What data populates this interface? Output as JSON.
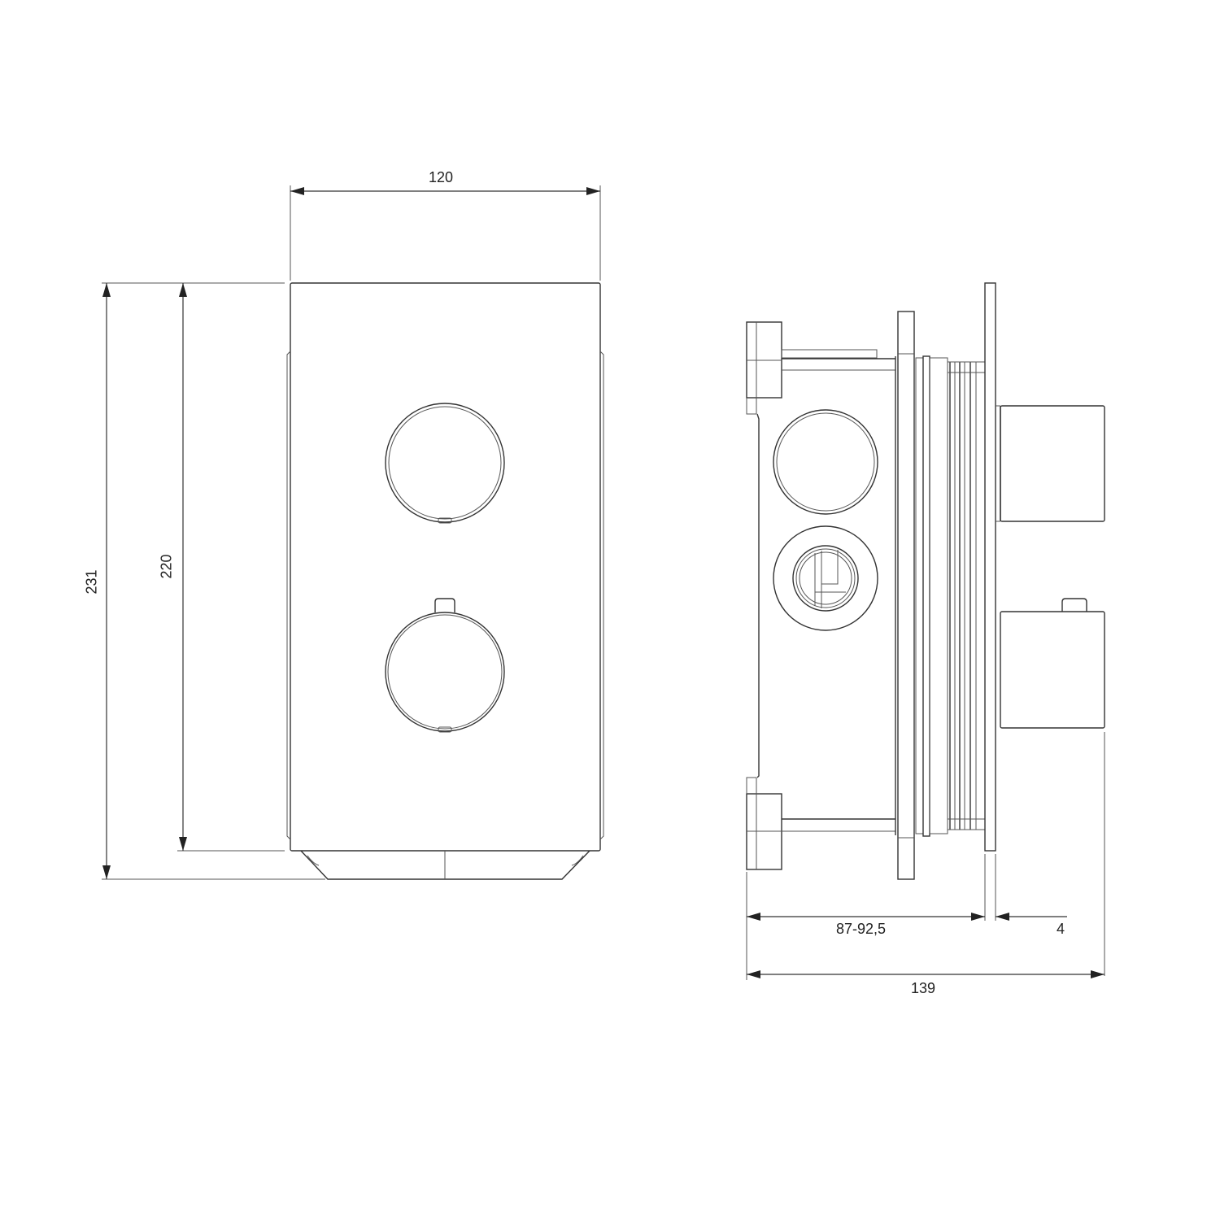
{
  "drawing": {
    "type": "technical-drawing",
    "subject": "concealed thermostatic shower mixer with two round knobs",
    "units": "mm",
    "front_view": {
      "dimensions": {
        "width": "120",
        "height_plate": "220",
        "height_total": "231"
      },
      "knobs": 2
    },
    "side_view": {
      "dimensions": {
        "install_depth": "87-92,5",
        "plate_thickness": "4",
        "total_depth": "139"
      }
    }
  }
}
